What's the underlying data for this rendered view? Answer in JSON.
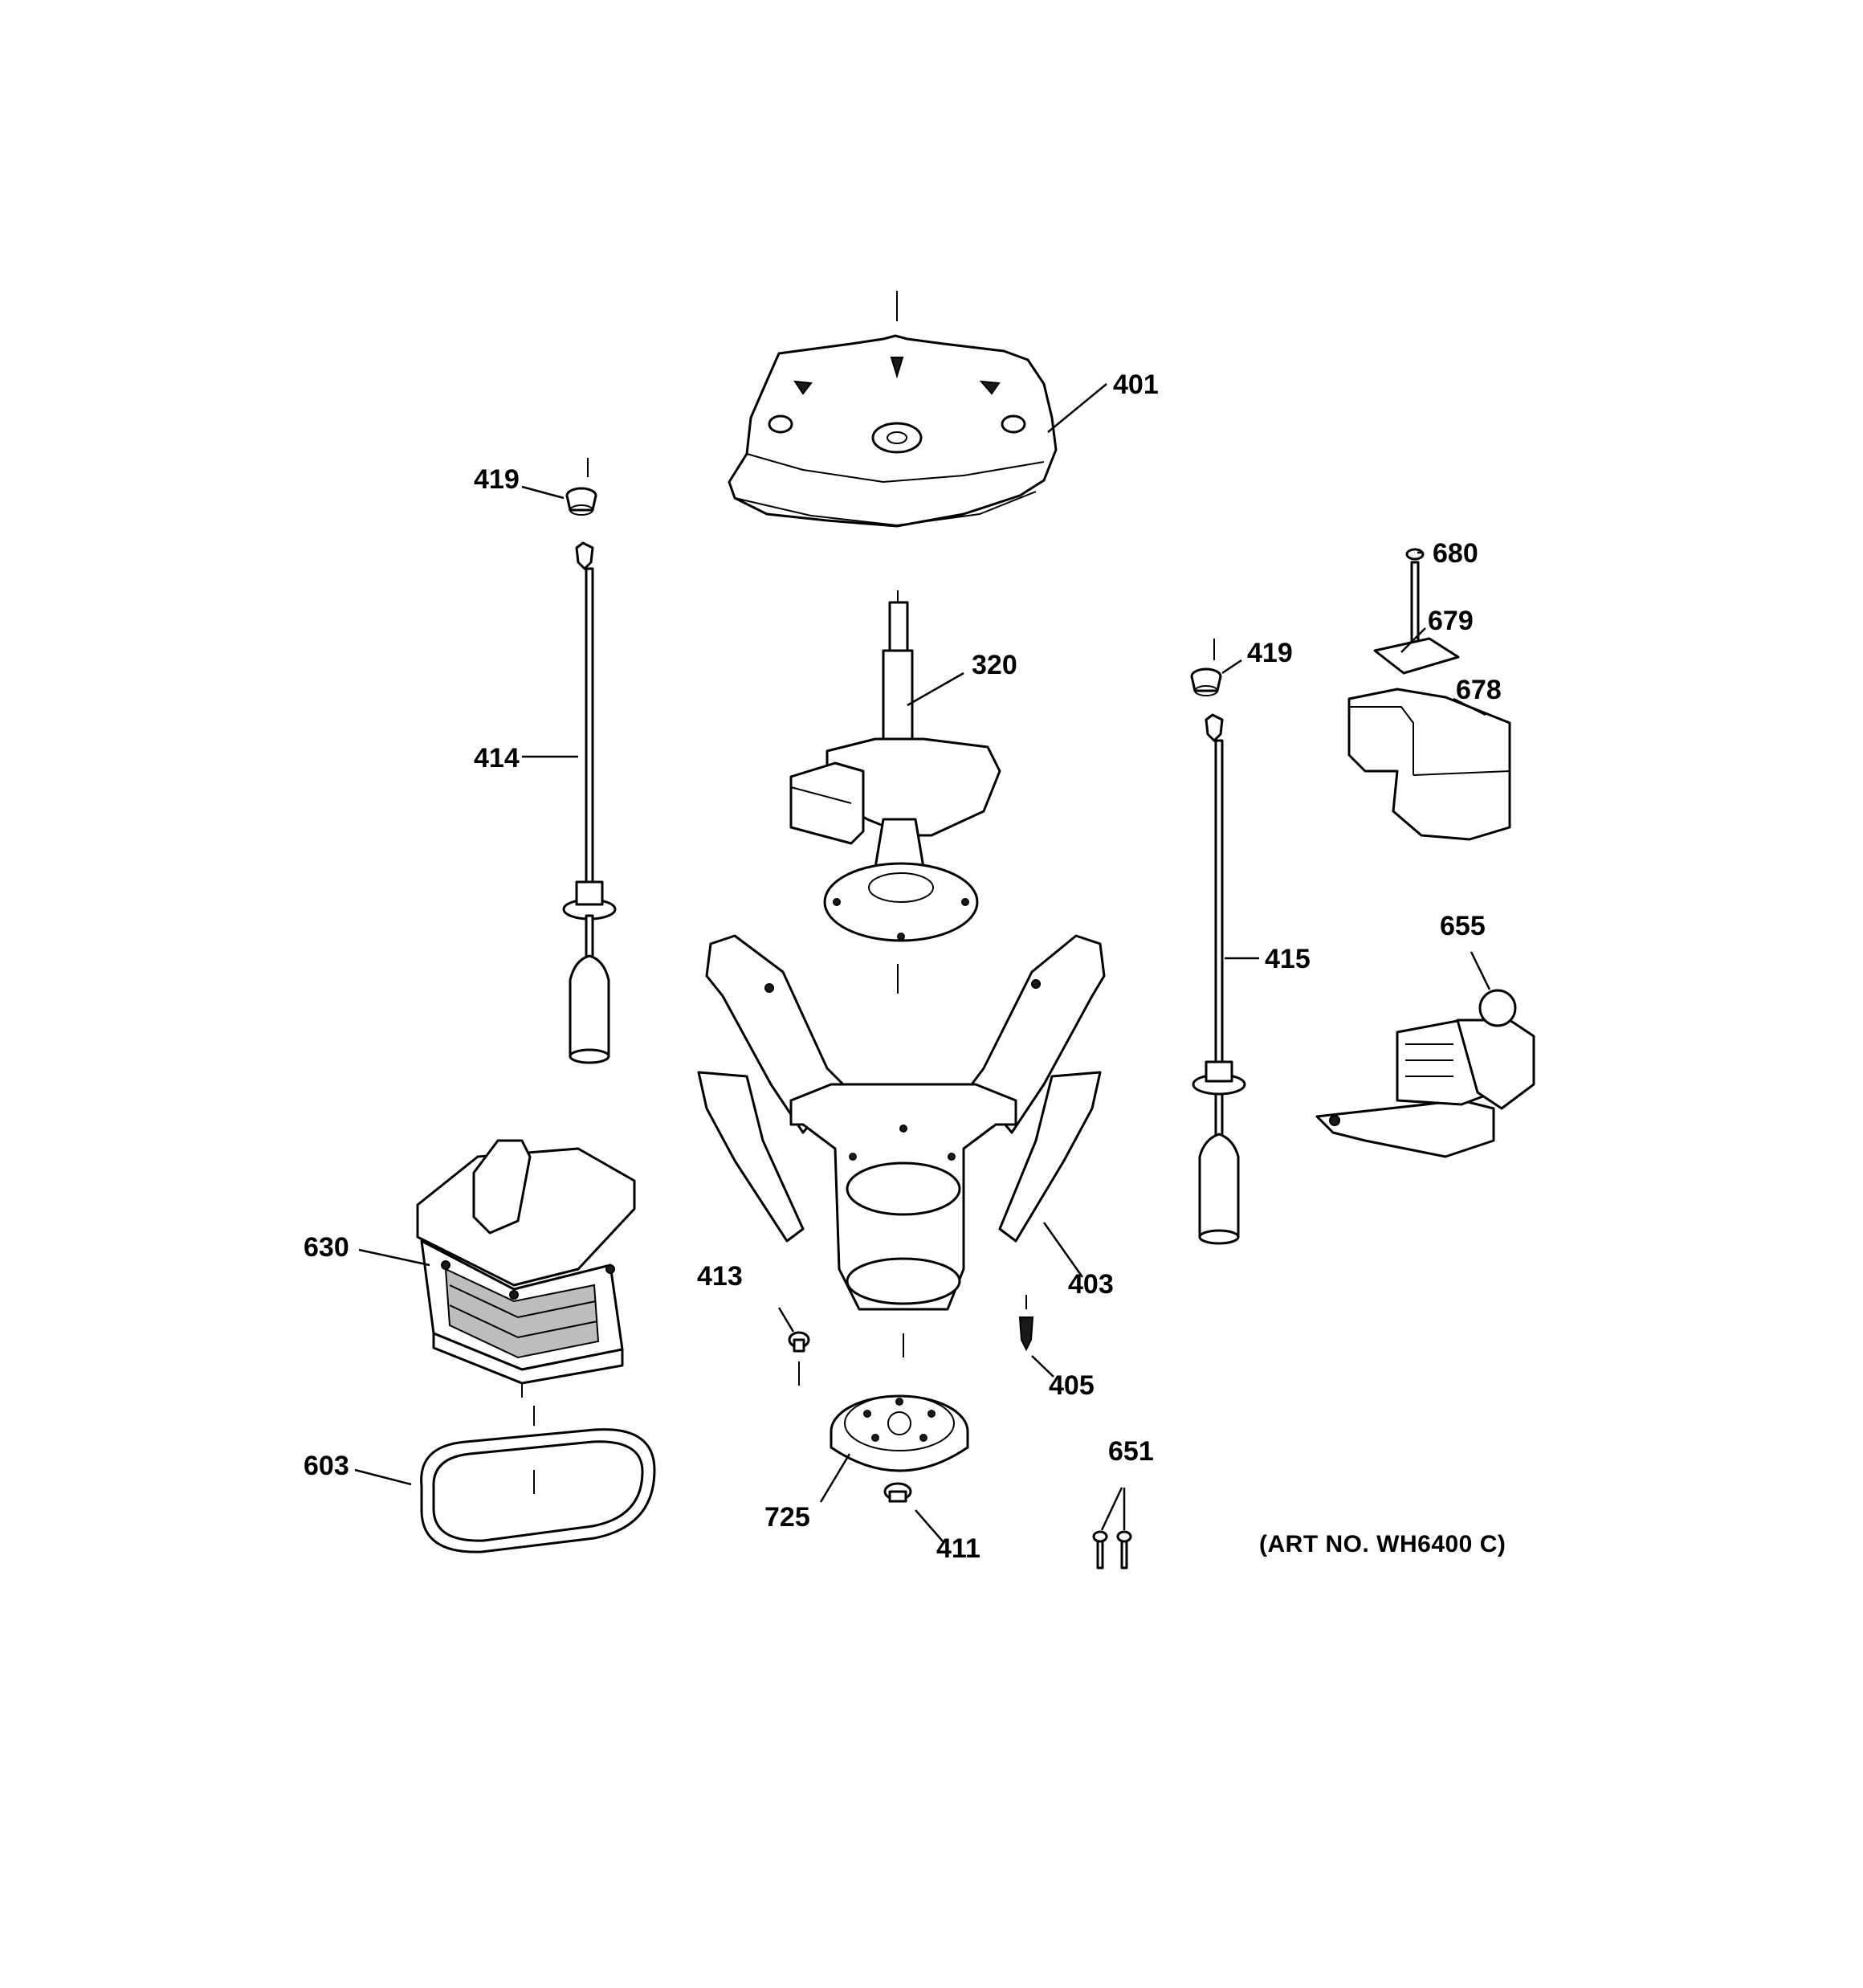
{
  "diagram": {
    "callouts": {
      "c401": "401",
      "c419a": "419",
      "c419b": "419",
      "c680": "680",
      "c679": "679",
      "c678": "678",
      "c320": "320",
      "c414": "414",
      "c415": "415",
      "c655": "655",
      "c630": "630",
      "c413": "413",
      "c403": "403",
      "c405": "405",
      "c651": "651",
      "c603": "603",
      "c725": "725",
      "c411": "411"
    },
    "art_number": "(ART NO. WH6400 C)"
  }
}
